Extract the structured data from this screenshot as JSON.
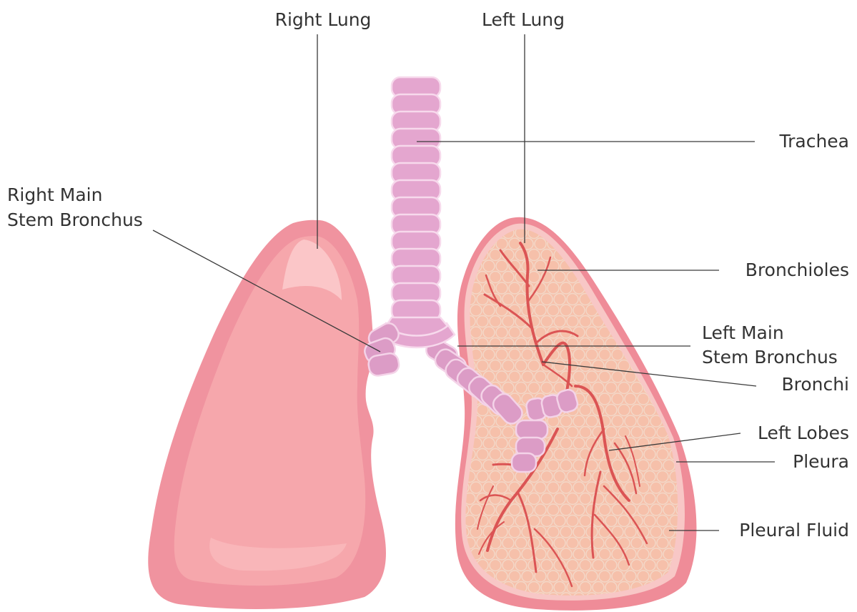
{
  "labels": {
    "right_lung": "Right Lung",
    "left_lung": "Left Lung",
    "trachea": "Trachea",
    "right_main_stem_bronchus_line1": "Right Main",
    "right_main_stem_bronchus_line2": "Stem Bronchus",
    "bronchioles": "Bronchioles",
    "left_main_stem_bronchus_line1": "Left Main",
    "left_main_stem_bronchus_line2": "Stem Bronchus",
    "bronchi": "Bronchi",
    "left_lobes": "Left Lobes",
    "pleura": "Pleura",
    "pleural_fluid": "Pleural Fluid"
  },
  "colors": {
    "lung_outer": "#f0939f",
    "lung_inner": "#f6a7ac",
    "lung_highlight": "#fbd0d2",
    "trachea": "#e4a6cf",
    "tissue": "#f6c0aa",
    "vessels": "#db5454",
    "leader_lines": "#3a3a3a",
    "text": "#333333"
  }
}
